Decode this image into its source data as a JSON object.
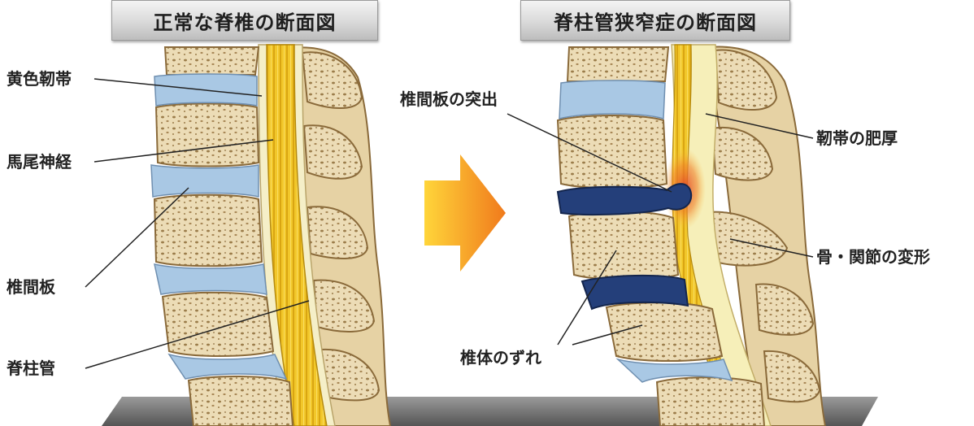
{
  "titles": {
    "normal": "正常な脊椎の断面図",
    "stenosis": "脊柱管狭窄症の断面図"
  },
  "labels_left": {
    "ligamentum_flavum": "黄色靭帯",
    "cauda_equina": "馬尾神経",
    "intervertebral_disc": "椎間板",
    "spinal_canal": "脊柱管"
  },
  "labels_right": {
    "disc_herniation": "椎間板の突出",
    "ligament_thickening": "靭帯の肥厚",
    "bone_joint_deformation": "骨・関節の変形",
    "vertebral_slip": "椎体のずれ"
  },
  "colors": {
    "bone": "#e9d7ae",
    "bone_dark": "#8a6a3a",
    "disc_normal": "#a9c8e4",
    "disc_bulge": "#243f7a",
    "nerve": "#f0c21e",
    "ligament": "#f6efb9",
    "inflammation": "#e2482a",
    "arrow_start": "#ffd53a",
    "arrow_end": "#f07a1c",
    "floor": "#6c6c6c"
  }
}
